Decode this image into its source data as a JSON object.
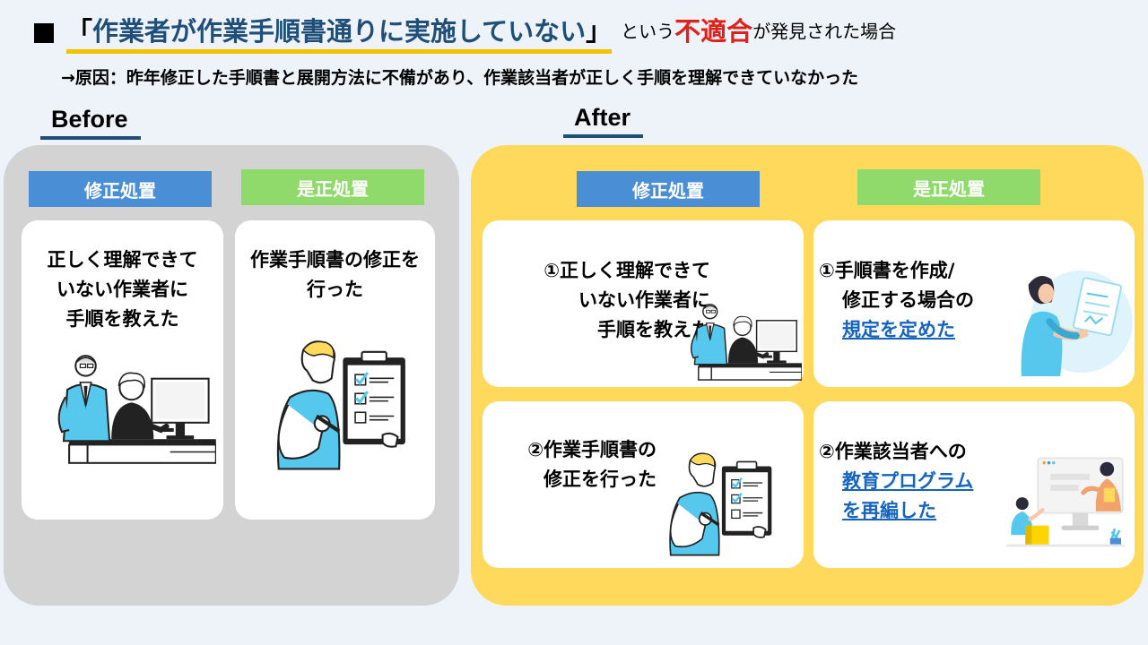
{
  "title": {
    "bracket_open": "「",
    "highlight": "作業者が作業手順書通りに実施していない",
    "bracket_close": "」",
    "mid_text": "という",
    "red_word": "不適合",
    "tail_text": "が発見された場合"
  },
  "cause": "→原因：昨年修正した手順書と展開方法に不備があり、作業該当者が正しく手順を理解できていなかった",
  "before": {
    "label": "Before",
    "tag_blue": "修正処置",
    "tag_green": "是正処置",
    "card1": {
      "line1": "正しく理解できて",
      "line2": "いない作業者に",
      "line3": "手順を教えた"
    },
    "card2": {
      "line1": "作業手順書の修正を",
      "line2": "行った"
    }
  },
  "after": {
    "label": "After",
    "tag_blue": "修正処置",
    "tag_green": "是正処置",
    "card1": {
      "line1": "①正しく理解できて",
      "line2": "いない作業者に",
      "line3": "手順を教えた"
    },
    "card2": {
      "line1": "①手順書を作成/",
      "line2": "修正する場合の",
      "line3": "規定を定めた"
    },
    "card3": {
      "line1": "②作業手順書の",
      "line2": "修正を行った"
    },
    "card4": {
      "line1": "②作業該当者への",
      "line2": "教育プログラム",
      "line3": "を再編した"
    }
  },
  "icons": {
    "teach": "teaching-workers-illustration-icon",
    "checklist": "checklist-man-illustration-icon",
    "document": "woman-document-illustration-icon",
    "training": "training-program-illustration-icon"
  },
  "colors": {
    "accent_blue": "#4a8fd6",
    "accent_green": "#90da6c",
    "after_bg": "#ffd95c",
    "before_bg": "#d3d3d3",
    "title_blue": "#1f4e79",
    "warning_red": "#e0201b",
    "link_blue": "#1565c0",
    "figure_cyan": "#56c8ee"
  }
}
